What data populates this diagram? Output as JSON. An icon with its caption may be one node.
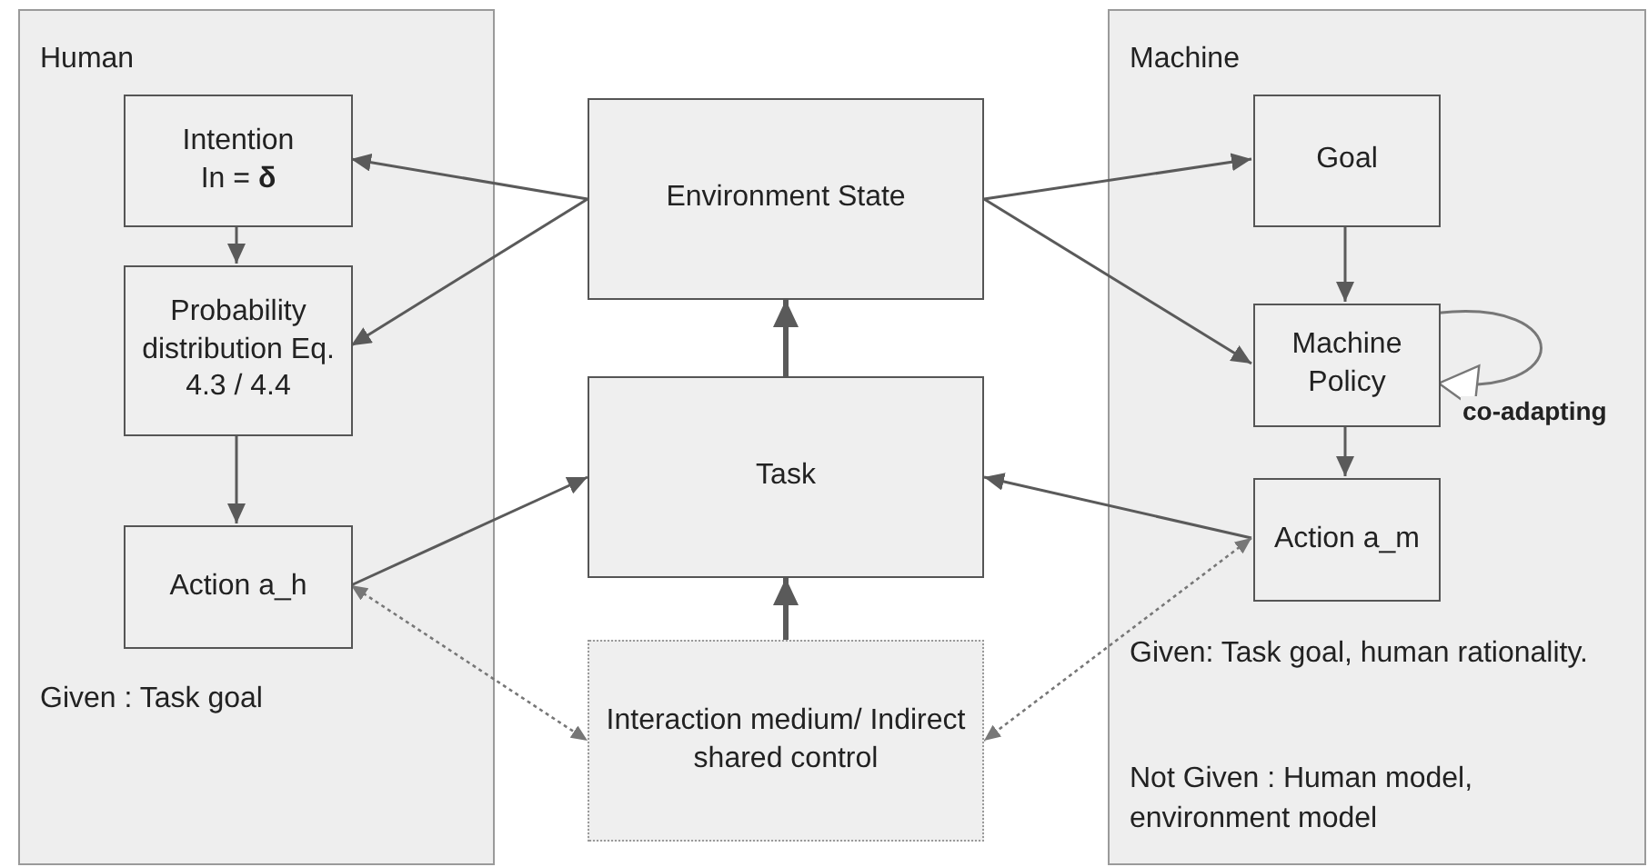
{
  "diagram": {
    "nodes": [
      {
        "text": [
          "Human",
          "Given : Task goal"
        ]
      },
      {
        "text": [
          "Intention",
          "In = **δ**"
        ],
        "in": 0
      },
      {
        "text": [
          "Probability distribution Eq. 4.3 / 4.4"
        ],
        "in": 0
      },
      {
        "text": [
          "Action a_h"
        ],
        "in": 0
      },
      {
        "text": [
          "Environment State"
        ]
      },
      {
        "text": [
          "Task"
        ]
      },
      {
        "text": [
          "Interaction medium/ Indirect shared control"
        ]
      },
      {
        "text": [
          "Machine",
          "Given: Task goal, human rationality.",
          "Not Given : Human model, environment model"
        ]
      },
      {
        "text": [
          "Goal"
        ],
        "in": 7
      },
      {
        "text": [
          "Machine Policy"
        ],
        "in": 7
      },
      {
        "text": [
          "Action a_m"
        ],
        "in": 7
      }
    ],
    "edges": [
      {
        "from": 4,
        "to": 1,
        "arrow": "to"
      },
      {
        "from": 4,
        "to": 2,
        "arrow": "to"
      },
      {
        "from": 1,
        "to": 2,
        "arrow": "to"
      },
      {
        "from": 2,
        "to": 3,
        "arrow": "to"
      },
      {
        "from": 3,
        "to": 5,
        "arrow": "to"
      },
      {
        "from": 3,
        "to": 6,
        "arrow": "both",
        "style": "dashed"
      },
      {
        "from": 5,
        "to": 4,
        "arrow": "to",
        "style": "thick"
      },
      {
        "from": 6,
        "to": 5,
        "arrow": "to",
        "style": "thick"
      },
      {
        "from": 4,
        "to": 8,
        "arrow": "to"
      },
      {
        "from": 4,
        "to": 9,
        "arrow": "to"
      },
      {
        "from": 8,
        "to": 9,
        "arrow": "to"
      },
      {
        "from": 9,
        "to": 10,
        "arrow": "to"
      },
      {
        "from": 10,
        "to": 5,
        "arrow": "to"
      },
      {
        "from": 10,
        "to": 6,
        "arrow": "both",
        "style": "dashed"
      },
      {
        "from": 9,
        "to": 9,
        "arrow": "to",
        "label": "co-adapting"
      }
    ]
  }
}
